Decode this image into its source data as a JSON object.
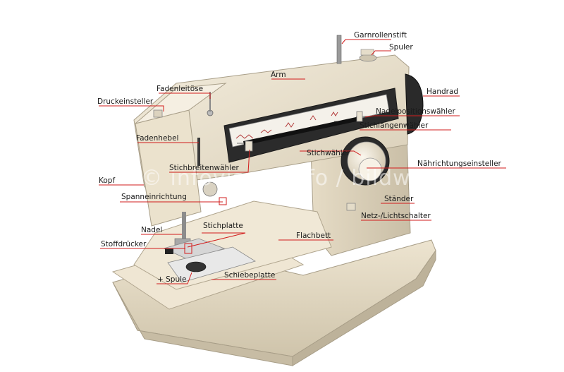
{
  "watermark": "© infovisual.info / bildwoerterbuch.com",
  "labels": {
    "garnrollenstift": "Garnrollenstift",
    "spuler": "Spuler",
    "arm": "Arm",
    "handrad": "Handrad",
    "fadenleitoese": "Fadenleitöse",
    "druckeinsteller": "Druckeinsteller",
    "nadelpositionswaehler": "Nadelpositionswähler",
    "stichlaengenwaehler": "Stichlängenwähler",
    "fadenhebel": "Fadenhebel",
    "stichwaehler": "Stichwähler",
    "naehrichtungseinsteller": "Nährichtungseinsteller",
    "stichbreitenwaehler": "Stichbreitenwähler",
    "kopf": "Kopf",
    "spanneinrichtung": "Spanneinrichtung",
    "staender": "Ständer",
    "netzschalter": "Netz-/Lichtschalter",
    "stichplatte": "Stichplatte",
    "nadel": "Nadel",
    "flachbett": "Flachbett",
    "stoffdruecker": "Stoffdrücker",
    "schiebeplatte": "Schiebeplatte",
    "spule": "+ Spule"
  }
}
